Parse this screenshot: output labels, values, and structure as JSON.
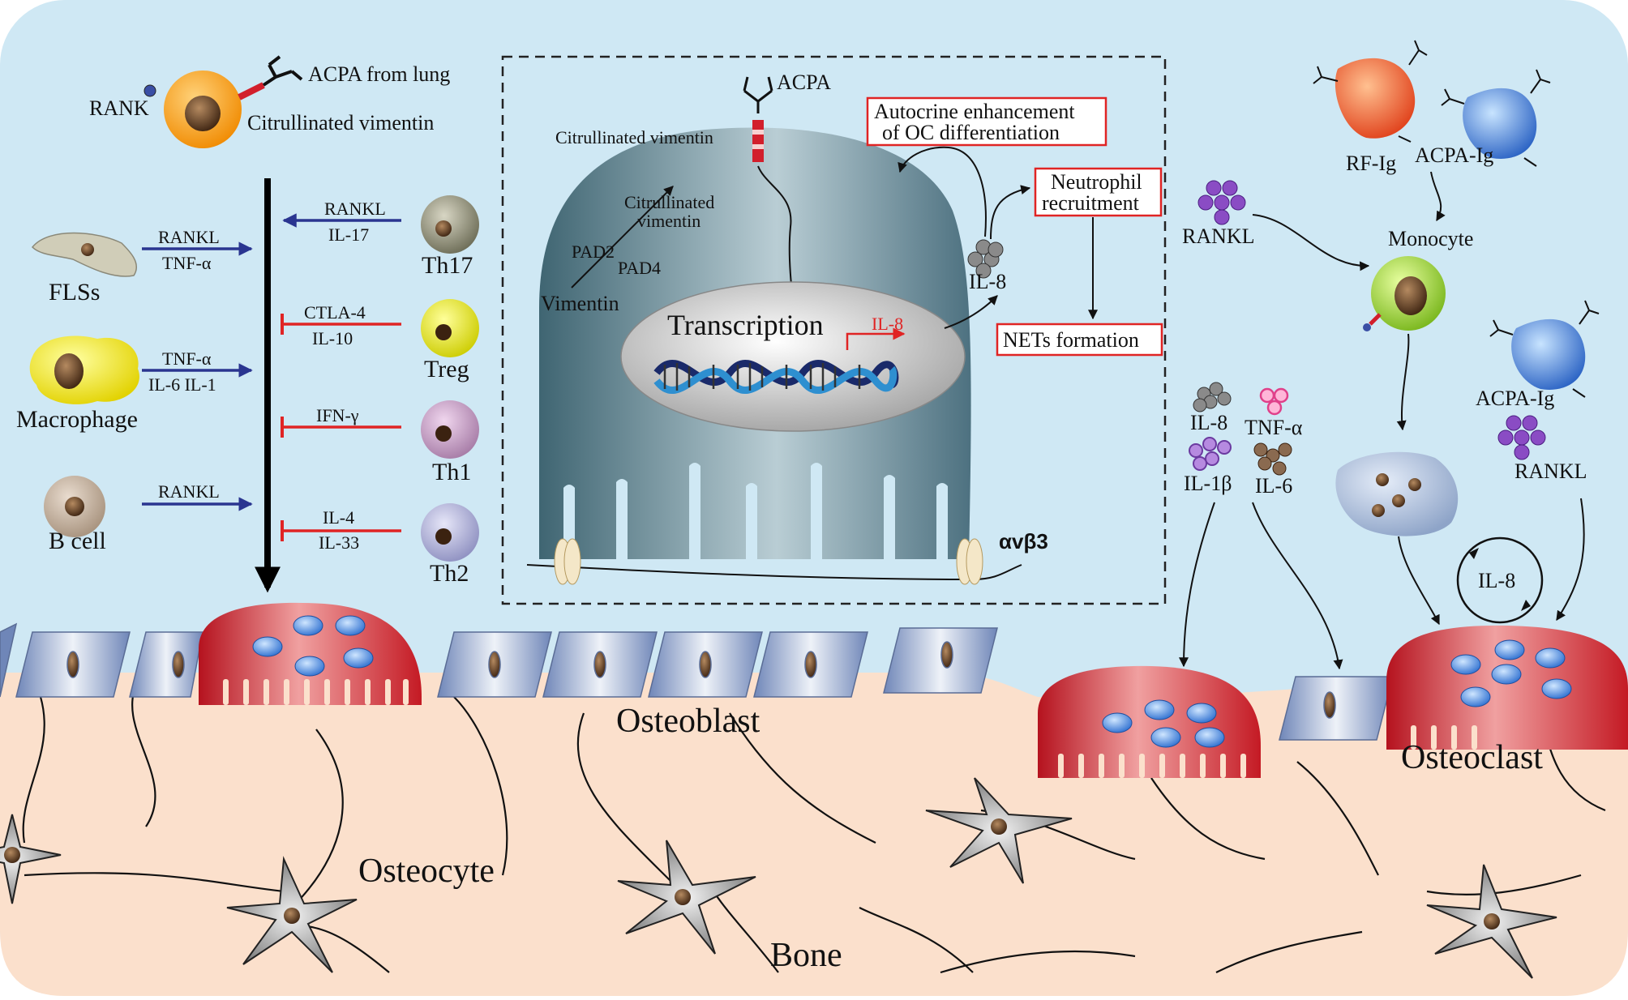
{
  "top_left": {
    "rank": "RANK",
    "acpa_from_lung": "ACPA from lung",
    "citrullinated_vimentin": "Citrullinated vimentin"
  },
  "left_cells": {
    "flss": "FLSs",
    "macrophage": "Macrophage",
    "b_cell": "B cell"
  },
  "left_arrows": {
    "flss_top": "RANKL",
    "flss_bottom": "TNF-α",
    "mac_top": "TNF-α",
    "mac_bottom": "IL-6 IL-1",
    "bcell_top": "RANKL"
  },
  "t_cells": {
    "th17": "Th17",
    "treg": "Treg",
    "th1": "Th1",
    "th2": "Th2"
  },
  "t_arrows": {
    "th17_top": "RANKL",
    "th17_bottom": "IL-17",
    "treg_top": "CTLA-4",
    "treg_bottom": "IL-10",
    "th1_top": "IFN-γ",
    "th2_top": "IL-4",
    "th2_bottom": "IL-33"
  },
  "center": {
    "acpa": "ACPA",
    "citrullinated_vimentin_top": "Citrullinated vimentin",
    "citrullinated_vimentin_1": "Citrullinated",
    "citrullinated_vimentin_2": "vimentin",
    "pad2": "PAD2",
    "pad4": "PAD4",
    "vimentin": "Vimentin",
    "transcription": "Transcription",
    "il8_gene": "IL-8",
    "il8": "IL-8",
    "autocrine_1": "Autocrine enhancement",
    "autocrine_2": "of OC differentiation",
    "neutrophil_1": "Neutrophil",
    "neutrophil_2": "recruitment",
    "nets": "NETs formation",
    "integrin": "αvβ3"
  },
  "right": {
    "rf_ig": "RF-Ig",
    "acpa_ig_top": "ACPA-Ig",
    "rankl_left": "RANKL",
    "monocyte": "Monocyte",
    "il8": "IL-8",
    "tnf": "TNF-α",
    "il1b": "IL-1β",
    "il6": "IL-6",
    "acpa_ig_right": "ACPA-Ig",
    "rankl_right": "RANKL",
    "il8_loop": "IL-8"
  },
  "bone": {
    "osteoblast": "Osteoblast",
    "osteocyte": "Osteocyte",
    "bone": "Bone",
    "osteoclast": "Osteoclast"
  },
  "colors": {
    "background": "#cfe8f4",
    "bone": "#fbe0cc",
    "osteoclast": "#d42a34",
    "inhibit": "#e02424",
    "activate": "#2a3590",
    "box_red": "#e02424"
  }
}
